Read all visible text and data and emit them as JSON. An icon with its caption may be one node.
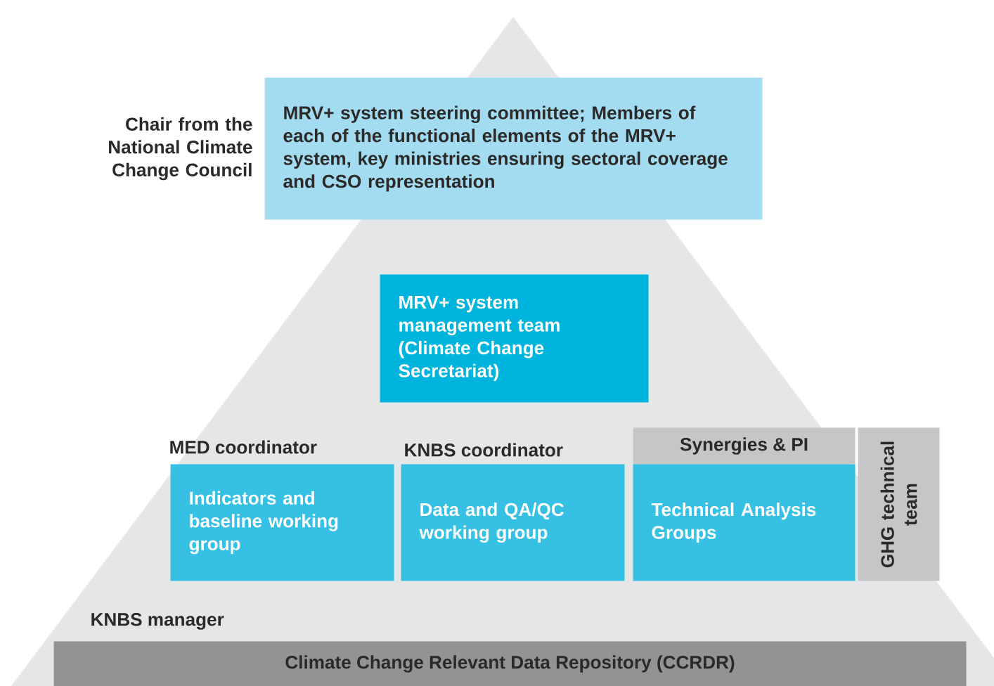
{
  "diagram": {
    "nodes": [
      {
        "text": [
          "MRV+ system steering committee; Members of each of the functional elements of the MRV+ system, key ministries ensuring sectoral coverage and CSO representation"
        ],
        "beside": [
          "Chair from the National Climate Change Council"
        ]
      },
      {
        "text": [
          "MRV+ system management team (Climate Change Secretariat)"
        ]
      },
      {
        "text": [
          "MED coordinator",
          "Indicators and baseline working group"
        ]
      },
      {
        "text": [
          "KNBS coordinator",
          "Data and QA/QC working group"
        ]
      },
      {
        "text": [
          "Synergies & PI"
        ]
      },
      {
        "text": [
          "Technical Analysis Groups"
        ]
      },
      {
        "text": [
          "GHG technical team"
        ]
      },
      {
        "text": [
          "KNBS manager",
          "Climate Change Relevant Data Repository (CCRDR)"
        ]
      }
    ]
  }
}
